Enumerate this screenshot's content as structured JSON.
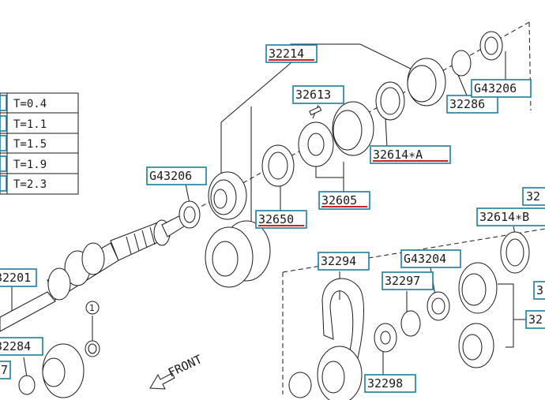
{
  "colors": {
    "highlight_box": "#1a7fa0",
    "underline": "#cc2222",
    "ink": "#1a1a1a"
  },
  "table": {
    "rows": [
      "T=0.4",
      "T=1.1",
      "T=1.5",
      "T=1.9",
      "T=2.3"
    ]
  },
  "labels": {
    "p32214": "32214",
    "p32613": "32613",
    "p32614A": "32614∗A",
    "p32286": "32286",
    "pG43206_top": "G43206",
    "pG43206_left": "G43206",
    "p32605": "32605",
    "p32650": "32650",
    "p32294": "32294",
    "pG43204": "G43204",
    "p32297": "32297",
    "p32298": "32298",
    "p32614B": "32614∗B",
    "p32_edge": "32",
    "p32201": "32201",
    "p32284": "32284",
    "p7_edge": "7",
    "p3_edge": "3",
    "p32_top_edge": "32"
  },
  "callout_number": "1",
  "front_label": "FRONT"
}
